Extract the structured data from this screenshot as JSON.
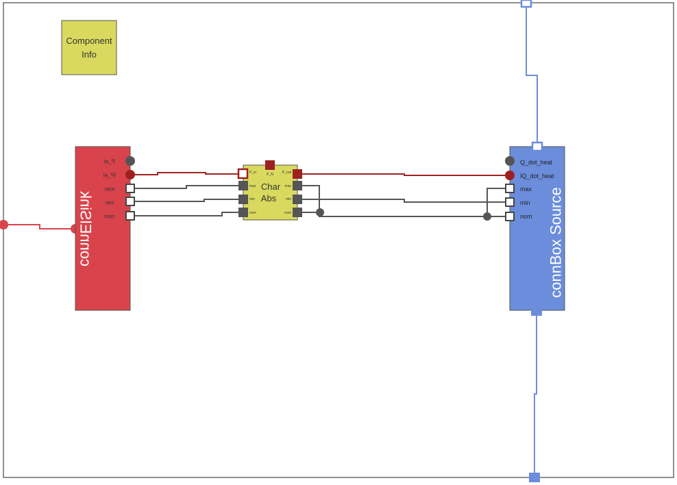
{
  "component_info": {
    "line1": "Component",
    "line2": "Info"
  },
  "sink": {
    "title": "connElSink",
    "ports": [
      "P_el",
      "IP_el",
      "max",
      "min",
      "nom"
    ]
  },
  "charabs": {
    "line1": "Char",
    "line2": "Abs",
    "left_ports": [
      "P_in",
      "max",
      "min",
      "nom"
    ],
    "right_ports": [
      "P_out",
      "max",
      "min",
      "nom"
    ],
    "top_port": "P_N"
  },
  "source": {
    "title": "connBox Source",
    "ports": [
      "Q_dot_heat",
      "IQ_dot_heat",
      "max",
      "min",
      "nom"
    ]
  },
  "colors": {
    "red_block": "#d9434b",
    "blue_block": "#6b8ddb",
    "yellow_block": "#d9d95f",
    "power_wire": "#9e2020",
    "signal_wire": "#555555",
    "blue_wire": "#6b8ddb",
    "red_wire": "#d9434b"
  }
}
